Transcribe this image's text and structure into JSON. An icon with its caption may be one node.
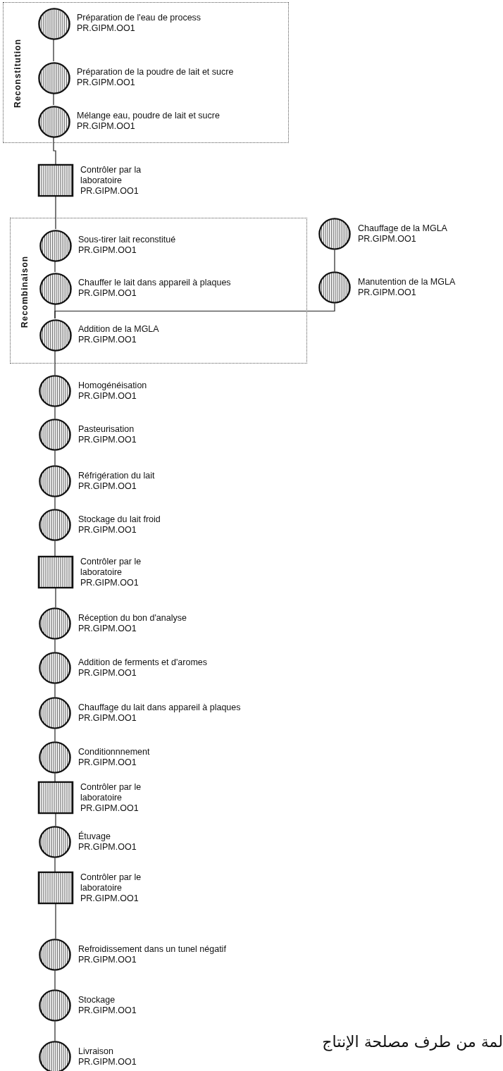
{
  "diagram": {
    "nodes": [
      {
        "text": [
          "Reconstitution"
        ]
      },
      {
        "text": [],
        "shape": "circle",
        "in": 0,
        "beside": [
          "Préparation de l'eau de process",
          "PR.GIPM.OO1"
        ]
      },
      {
        "text": [],
        "shape": "circle",
        "in": 0,
        "beside": [
          "Préparation de la poudre de lait et sucre",
          "PR.GIPM.OO1"
        ]
      },
      {
        "text": [],
        "shape": "circle",
        "in": 0,
        "beside": [
          "Mélange eau, poudre de lait et sucre",
          "PR.GIPM.OO1"
        ]
      },
      {
        "text": [],
        "shape": "box",
        "beside": [
          "Contrôler par la laboratoire",
          "PR.GIPM.OO1"
        ]
      },
      {
        "text": [
          "Recombinaison"
        ]
      },
      {
        "text": [],
        "shape": "circle",
        "in": 5,
        "beside": [
          "Sous-tirer lait reconstitué",
          "PR.GIPM.OO1"
        ]
      },
      {
        "text": [],
        "shape": "circle",
        "in": 5,
        "beside": [
          "Chauffer le lait dans appareil à plaques",
          "PR.GIPM.OO1"
        ]
      },
      {
        "text": [],
        "shape": "circle",
        "in": 5,
        "beside": [
          "Addition de la MGLA",
          "PR.GIPM.OO1"
        ]
      },
      {
        "text": [],
        "shape": "circle",
        "beside": [
          "Chauffage de la MGLA",
          "PR.GIPM.OO1"
        ]
      },
      {
        "text": [],
        "shape": "circle",
        "beside": [
          "Manutention de la MGLA",
          "PR.GIPM.OO1"
        ]
      },
      {
        "text": [],
        "shape": "circle",
        "beside": [
          "Homogénéisation",
          "PR.GIPM.OO1"
        ]
      },
      {
        "text": [],
        "shape": "circle",
        "beside": [
          "Pasteurisation",
          "PR.GIPM.OO1"
        ]
      },
      {
        "text": [],
        "shape": "circle",
        "beside": [
          "Réfrigération du lait",
          "PR.GIPM.OO1"
        ]
      },
      {
        "text": [],
        "shape": "circle",
        "beside": [
          "Stockage du lait froid",
          "PR.GIPM.OO1"
        ]
      },
      {
        "text": [],
        "shape": "box",
        "beside": [
          "Contrôler par le laboratoire",
          "PR.GIPM.OO1"
        ]
      },
      {
        "text": [],
        "shape": "circle",
        "beside": [
          "Réception du bon d'analyse",
          "PR.GIPM.OO1"
        ]
      },
      {
        "text": [],
        "shape": "circle",
        "beside": [
          "Addition de ferments et d'aromes",
          "PR.GIPM.OO1"
        ]
      },
      {
        "text": [],
        "shape": "circle",
        "beside": [
          "Chauffage du lait dans appareil à plaques",
          "PR.GIPM.OO1"
        ]
      },
      {
        "text": [],
        "shape": "circle",
        "beside": [
          "Conditionnnement",
          "PR.GIPM.OO1"
        ]
      },
      {
        "text": [],
        "shape": "box",
        "beside": [
          "Contrôler par le laboratoire",
          "PR.GIPM.OO1"
        ]
      },
      {
        "text": [],
        "shape": "circle",
        "beside": [
          "Étuvage",
          "PR.GIPM.OO1"
        ]
      },
      {
        "text": [],
        "shape": "box",
        "beside": [
          "Contrôler par le laboratoire",
          "PR.GIPM.OO1"
        ]
      },
      {
        "text": [],
        "shape": "circle",
        "beside": [
          "Refroidissement dans un tunel négatif",
          "PR.GIPM.OO1"
        ]
      },
      {
        "text": [],
        "shape": "circle",
        "beside": [
          "Stockage",
          "PR.GIPM.OO1"
        ]
      },
      {
        "text": [],
        "shape": "circle",
        "beside": [
          "Livraison",
          "PR.GIPM.OO1"
        ]
      }
    ],
    "edges": [
      {
        "from": 1,
        "to": 2,
        "arrow": "none"
      },
      {
        "from": 2,
        "to": 3,
        "arrow": "none"
      },
      {
        "from": 3,
        "to": 4,
        "arrow": "none"
      },
      {
        "from": 4,
        "to": 6,
        "arrow": "none"
      },
      {
        "from": 6,
        "to": 7,
        "arrow": "none"
      },
      {
        "from": 7,
        "to": 8,
        "arrow": "none"
      },
      {
        "from": 9,
        "to": 10,
        "arrow": "none"
      },
      {
        "from": 10,
        "to": 8,
        "arrow": "none"
      },
      {
        "from": 8,
        "to": 11,
        "arrow": "none"
      },
      {
        "from": 11,
        "to": 12,
        "arrow": "none"
      },
      {
        "from": 12,
        "to": 13,
        "arrow": "none"
      },
      {
        "from": 13,
        "to": 14,
        "arrow": "none"
      },
      {
        "from": 14,
        "to": 15,
        "arrow": "none"
      },
      {
        "from": 15,
        "to": 16,
        "arrow": "none"
      },
      {
        "from": 16,
        "to": 17,
        "arrow": "none"
      },
      {
        "from": 17,
        "to": 18,
        "arrow": "none"
      },
      {
        "from": 18,
        "to": 19,
        "arrow": "none"
      },
      {
        "from": 19,
        "to": 20,
        "arrow": "none"
      },
      {
        "from": 20,
        "to": 21,
        "arrow": "none"
      },
      {
        "from": 21,
        "to": 22,
        "arrow": "none"
      },
      {
        "from": 22,
        "to": 23,
        "arrow": "none"
      },
      {
        "from": 23,
        "to": 24,
        "arrow": "none"
      },
      {
        "from": 24,
        "to": 25,
        "arrow": "none"
      }
    ],
    "labels": [
      "لمة من طرف مصلحة الإنتاج"
    ]
  }
}
